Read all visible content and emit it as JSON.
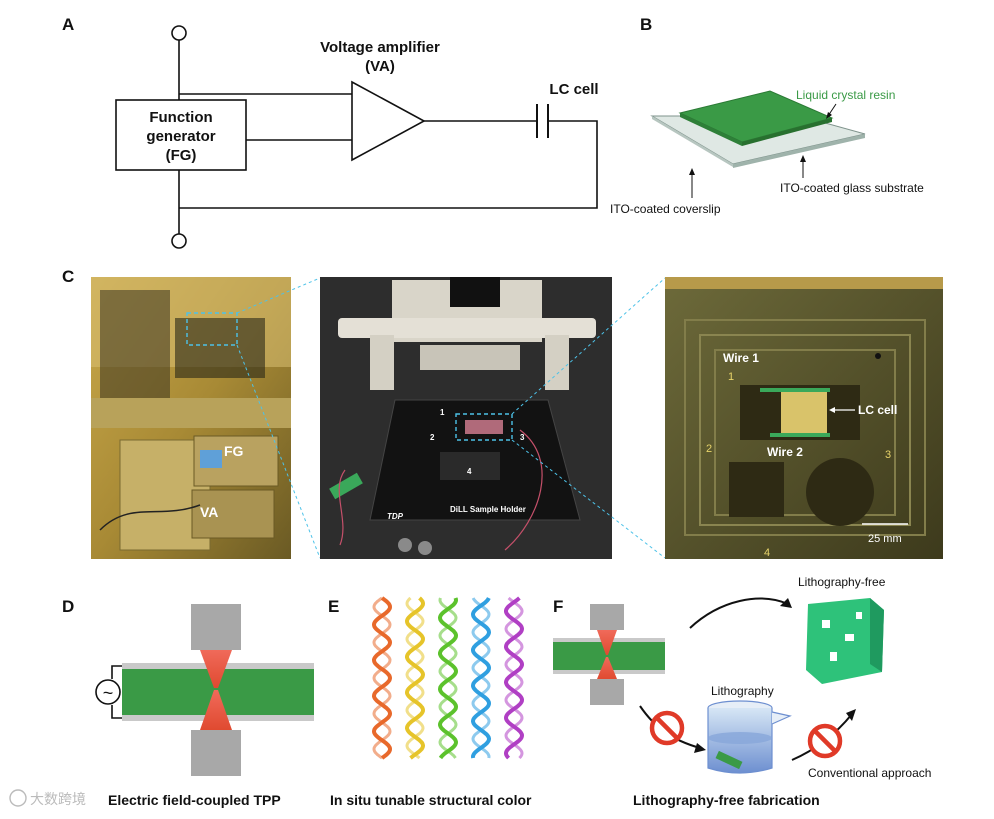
{
  "panels": {
    "a": {
      "label": "A",
      "fg_line1": "Function",
      "fg_line2": "generator",
      "fg_line3": "(FG)",
      "va_line1": "Voltage amplifier",
      "va_line2": "(VA)",
      "lc_label": "LC cell"
    },
    "b": {
      "label": "B",
      "resin": "Liquid crystal resin",
      "substrate": "ITO-coated glass substrate",
      "coverslip": "ITO-coated coverslip",
      "resin_color": "#3a9a46"
    },
    "c": {
      "label": "C",
      "photo1_fg": "FG",
      "photo1_va": "VA",
      "photo2_tdp": "TDP",
      "photo2_holder": "DiLL Sample Holder",
      "photo2_num1": "1",
      "photo2_num2": "2",
      "photo2_num3": "3",
      "photo2_num4": "4",
      "photo3_wire1": "Wire 1",
      "photo3_wire2": "Wire 2",
      "photo3_lc": "LC cell",
      "photo3_num1": "1",
      "photo3_num2": "2",
      "photo3_num3": "3",
      "photo3_num4": "4",
      "photo3_scale": "25 mm"
    },
    "d": {
      "label": "D",
      "ac_symbol": "~",
      "caption": "Electric field-coupled TPP"
    },
    "e": {
      "label": "E",
      "caption": "In situ tunable structural color",
      "helix_colors": [
        "#e8692b",
        "#e6c42a",
        "#5cc22c",
        "#2f9fe0",
        "#b03fc4"
      ]
    },
    "f": {
      "label": "F",
      "litho_free": "Lithography-free",
      "lithography": "Lithography",
      "conventional": "Conventional approach",
      "caption": "Lithography-free fabrication"
    },
    "watermark": "大数跨境"
  }
}
